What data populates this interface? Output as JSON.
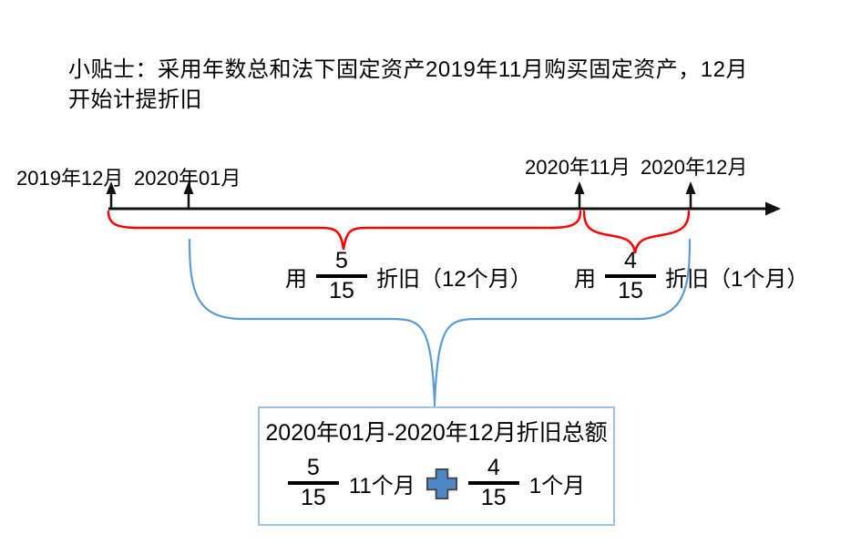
{
  "colors": {
    "red": "#FF0000",
    "blue": "#5B9BD5",
    "box_border": "#9DC3E6",
    "plus_fill": "#4E87C8",
    "axis": "#111111"
  },
  "tip": {
    "line1": "小贴士：采用年数总和法下固定资产2019年11月购买固定资产，12月",
    "line2": "开始计提折旧"
  },
  "timeline": {
    "labels": [
      {
        "text": "2019年12月"
      },
      {
        "text": "2020年01月"
      },
      {
        "text": "2020年11月"
      },
      {
        "text": "2020年12月"
      }
    ]
  },
  "depreciation_left": {
    "prefix": "用",
    "fraction": {
      "numerator": "5",
      "denominator": "15"
    },
    "suffix": "折旧（12个月）"
  },
  "depreciation_right": {
    "prefix": "用",
    "fraction": {
      "numerator": "4",
      "denominator": "15"
    },
    "suffix": "折旧（1个月）"
  },
  "summary_box": {
    "title": "2020年01月-2020年12月折旧总额",
    "left_fraction": {
      "numerator": "5",
      "denominator": "15"
    },
    "left_label": "11个月",
    "plus_icon": "plus-icon",
    "right_fraction": {
      "numerator": "4",
      "denominator": "15"
    },
    "right_label": "1个月"
  }
}
